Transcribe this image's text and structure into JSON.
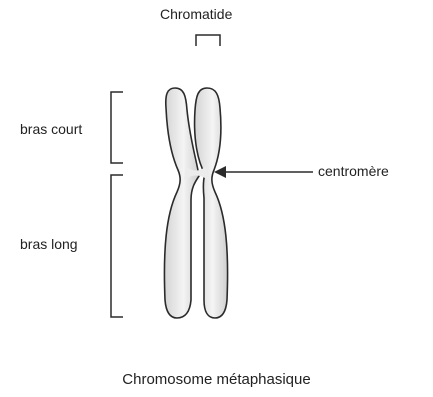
{
  "labels": {
    "chromatide": "Chromatide",
    "bras_court": "bras court",
    "bras_long": "bras long",
    "centromere": "centromère"
  },
  "caption": "Chromosome métaphasique",
  "colors": {
    "line": "#2b2b2b",
    "chromosome_fill": "#e6e6e6",
    "chromosome_highlight": "#ffffff",
    "text": "#222222",
    "background": "#ffffff"
  }
}
